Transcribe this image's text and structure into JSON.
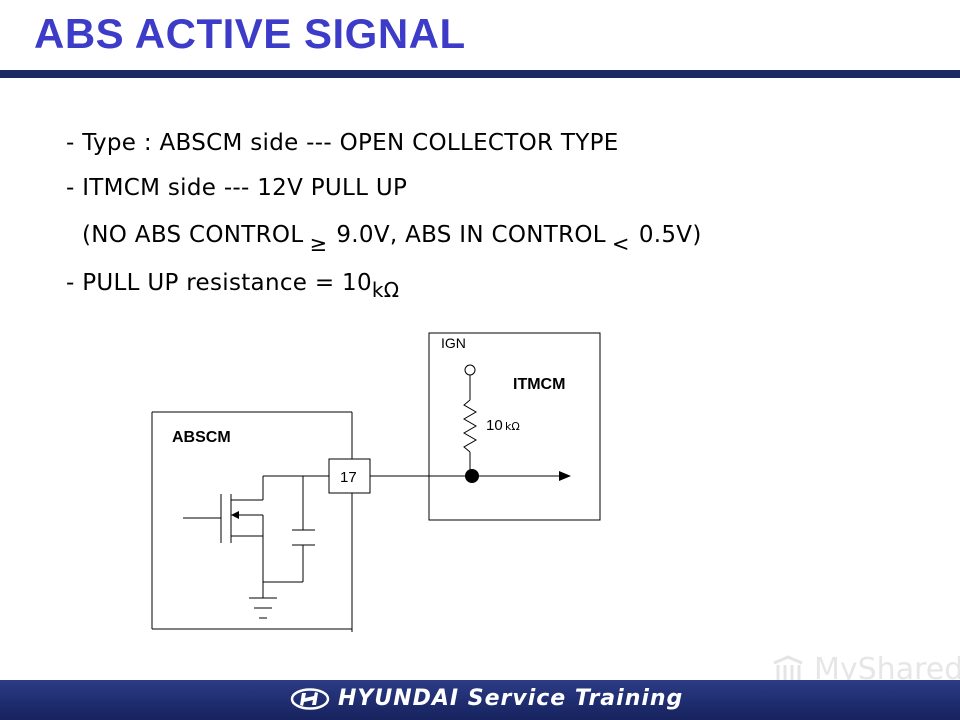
{
  "slide": {
    "title": "ABS ACTIVE SIGNAL"
  },
  "bullets": {
    "type_line": "- Type : ABSCM side --- OPEN COLLECTOR TYPE",
    "itmcm_line": "- ITMCM side --- 12V PULL UP",
    "cond_part1": "(NO ABS CONTROL",
    "cond_sym1": "≥",
    "cond_part2": "9.0V, ABS IN CONTROL",
    "cond_sym2": "<",
    "cond_part3": "0.5V)",
    "pullup_text": "- PULL UP resistance = 10",
    "pullup_unit": "kΩ"
  },
  "diagram": {
    "abscm_label": "ABSCM",
    "itmcm_label": "ITMCM",
    "ign_label": "IGN",
    "pin_label": "17",
    "resistor_value": "10",
    "resistor_unit": "kΩ"
  },
  "footer": {
    "brand_text": "HYUNDAI Service  Training",
    "watermark_text": "MyShared"
  },
  "colors": {
    "title": "#3c3cc8",
    "rule": "#1b2a63",
    "footer": "#1f2d70"
  }
}
